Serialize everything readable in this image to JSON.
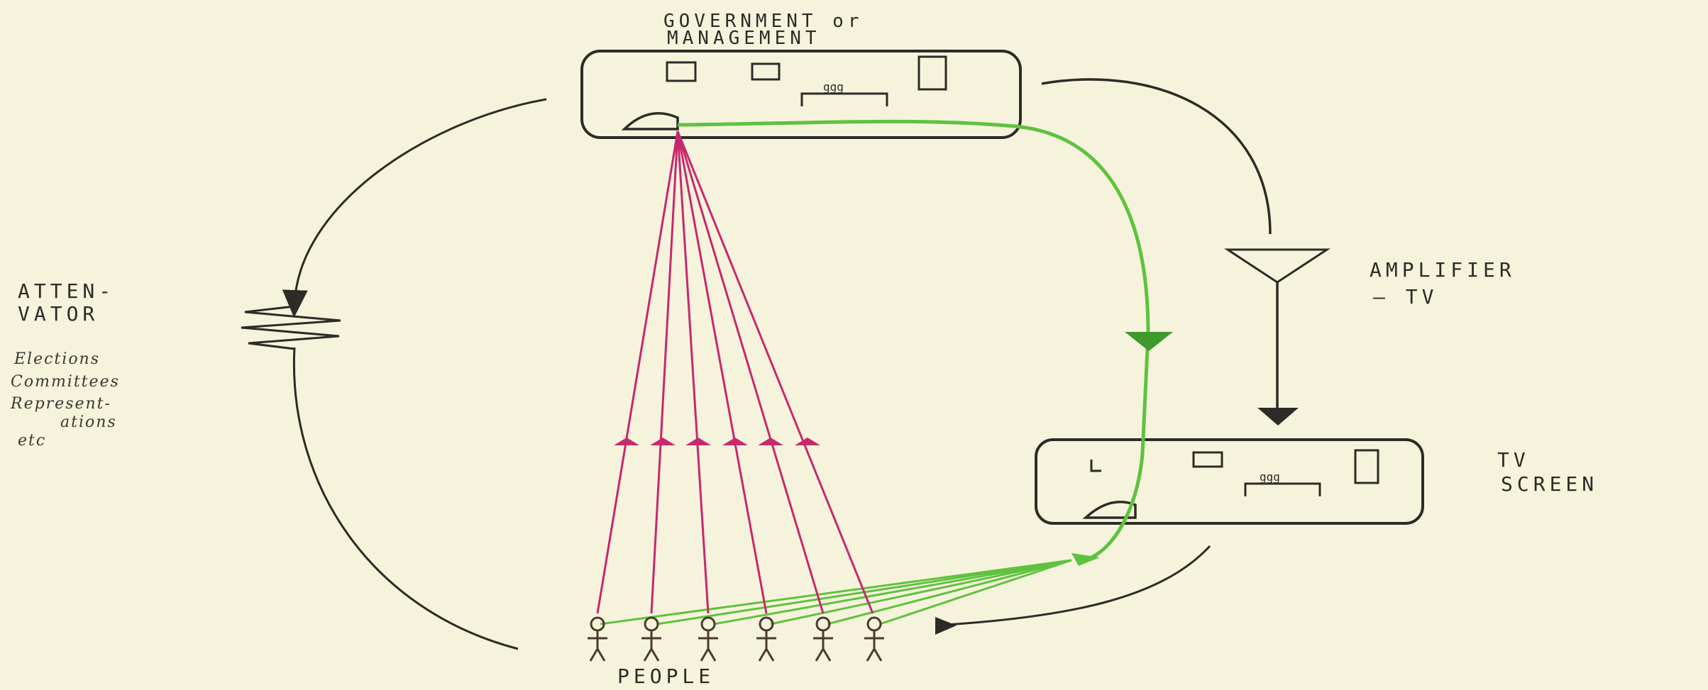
{
  "labels": {
    "government_line1": "GOVERNMENT or",
    "government_line2": "MANAGEMENT",
    "attenuator_line1": "ATTEN-",
    "attenuator_line2": "VATOR",
    "attenuator_sub1": "Elections",
    "attenuator_sub2": "Committees",
    "attenuator_sub3": "Represent-",
    "attenuator_sub4": "ations",
    "attenuator_sub5": "etc",
    "amplifier_line1": "AMPLIFIER",
    "amplifier_line2": "— TV",
    "tv_line1": "TV",
    "tv_line2": "SCREEN",
    "people": "PEOPLE"
  },
  "colors": {
    "paper": "#f6f3dc",
    "ink": "#2d2b27",
    "green": "#5fc23f",
    "magenta": "#c8286e"
  },
  "people_count": 6
}
